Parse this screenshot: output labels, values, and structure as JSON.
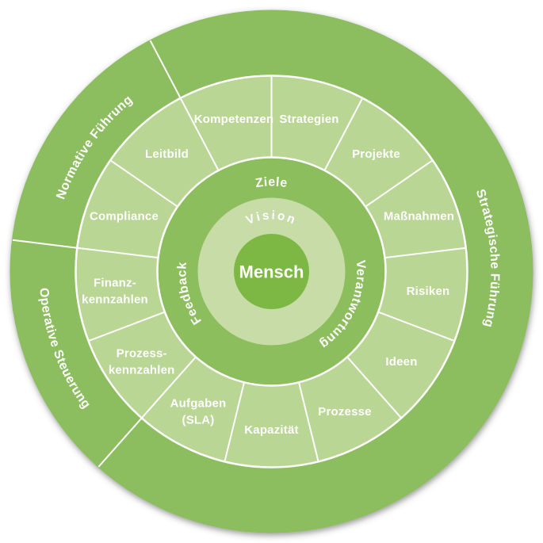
{
  "wheel": {
    "center": {
      "label": "Mensch"
    },
    "vision_ring": {
      "label": "Vision"
    },
    "middle_ring": {
      "top": "Ziele",
      "right": "Verantwortung",
      "left": "Feedback"
    },
    "segments": [
      {
        "id": "strategien",
        "lines": [
          "Strategien"
        ]
      },
      {
        "id": "projekte",
        "lines": [
          "Projekte"
        ]
      },
      {
        "id": "massnahmen",
        "lines": [
          "Maßnahmen"
        ]
      },
      {
        "id": "risiken",
        "lines": [
          "Risiken"
        ]
      },
      {
        "id": "ideen",
        "lines": [
          "Ideen"
        ]
      },
      {
        "id": "prozesse",
        "lines": [
          "Prozesse"
        ]
      },
      {
        "id": "kapazitaet",
        "lines": [
          "Kapazität"
        ]
      },
      {
        "id": "aufgaben-sla",
        "lines": [
          "Aufgaben",
          "(SLA)"
        ]
      },
      {
        "id": "prozesskennzahlen",
        "lines": [
          "Prozess-",
          "kennzahlen"
        ]
      },
      {
        "id": "finanzkennzahlen",
        "lines": [
          "Finanz-",
          "kennzahlen"
        ]
      },
      {
        "id": "compliance",
        "lines": [
          "Compliance"
        ]
      },
      {
        "id": "leitbild",
        "lines": [
          "Leitbild"
        ]
      },
      {
        "id": "kompetenzen",
        "lines": [
          "Kompetenzen"
        ]
      }
    ],
    "outer_ring": {
      "upper_left": "Normative Führung",
      "right": "Strategische Führung",
      "lower_left": "Operative Steuerung"
    },
    "colors": {
      "outer_ring": "#8CBE5E",
      "segment_ring": "#BAD694",
      "middle_ring": "#8CBE5E",
      "vision_ring": "#C7DCA6",
      "center_circle": "#7CB843",
      "divider_lines": "#FFFFFF",
      "label_text": "#FFFFFF",
      "background": "#FFFFFF"
    }
  }
}
